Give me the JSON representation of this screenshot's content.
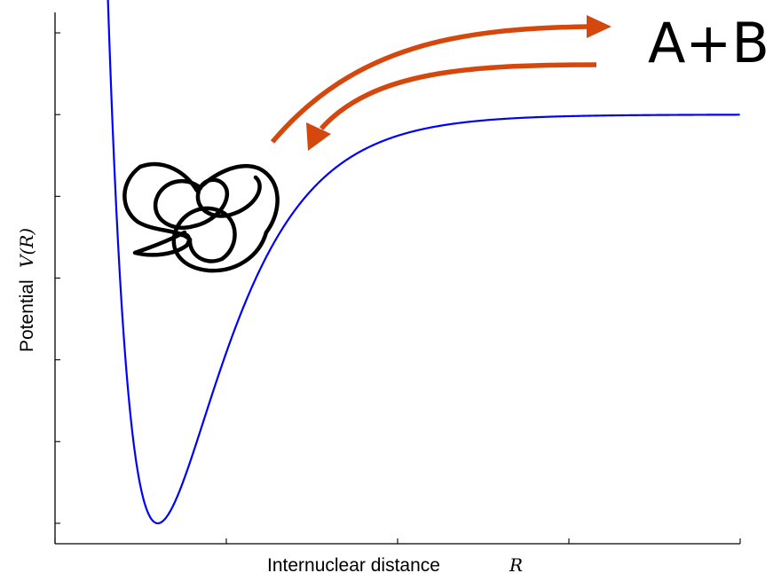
{
  "chart_data": {
    "type": "line",
    "title": "",
    "xlabel_text": "Internuclear distance",
    "xlabel_symbol": "R",
    "ylabel_text": "Potential",
    "ylabel_symbol": "V(R)",
    "xlim": [
      0,
      4
    ],
    "ylim": [
      -1.05,
      0.25
    ],
    "x_ticks": [
      0,
      1,
      2,
      3,
      4
    ],
    "y_ticks": [
      -1.0,
      -0.8,
      -0.6,
      -0.4,
      -0.2,
      0.0,
      0.2
    ],
    "tick_labels_visible": false,
    "grid": false,
    "series": [
      {
        "model": "morse",
        "well_depth": 1.0,
        "equilibrium_distance": 0.6,
        "width_parameter": 2.6,
        "asymptote": 0.0,
        "color": "#0000ff"
      }
    ],
    "annotations": {
      "channel_label": "A+B",
      "arrow_color": "#d4480e",
      "arrows": [
        "outgoing-to-A+B",
        "incoming-from-A+B"
      ],
      "scribble": "complex-trajectory"
    }
  }
}
